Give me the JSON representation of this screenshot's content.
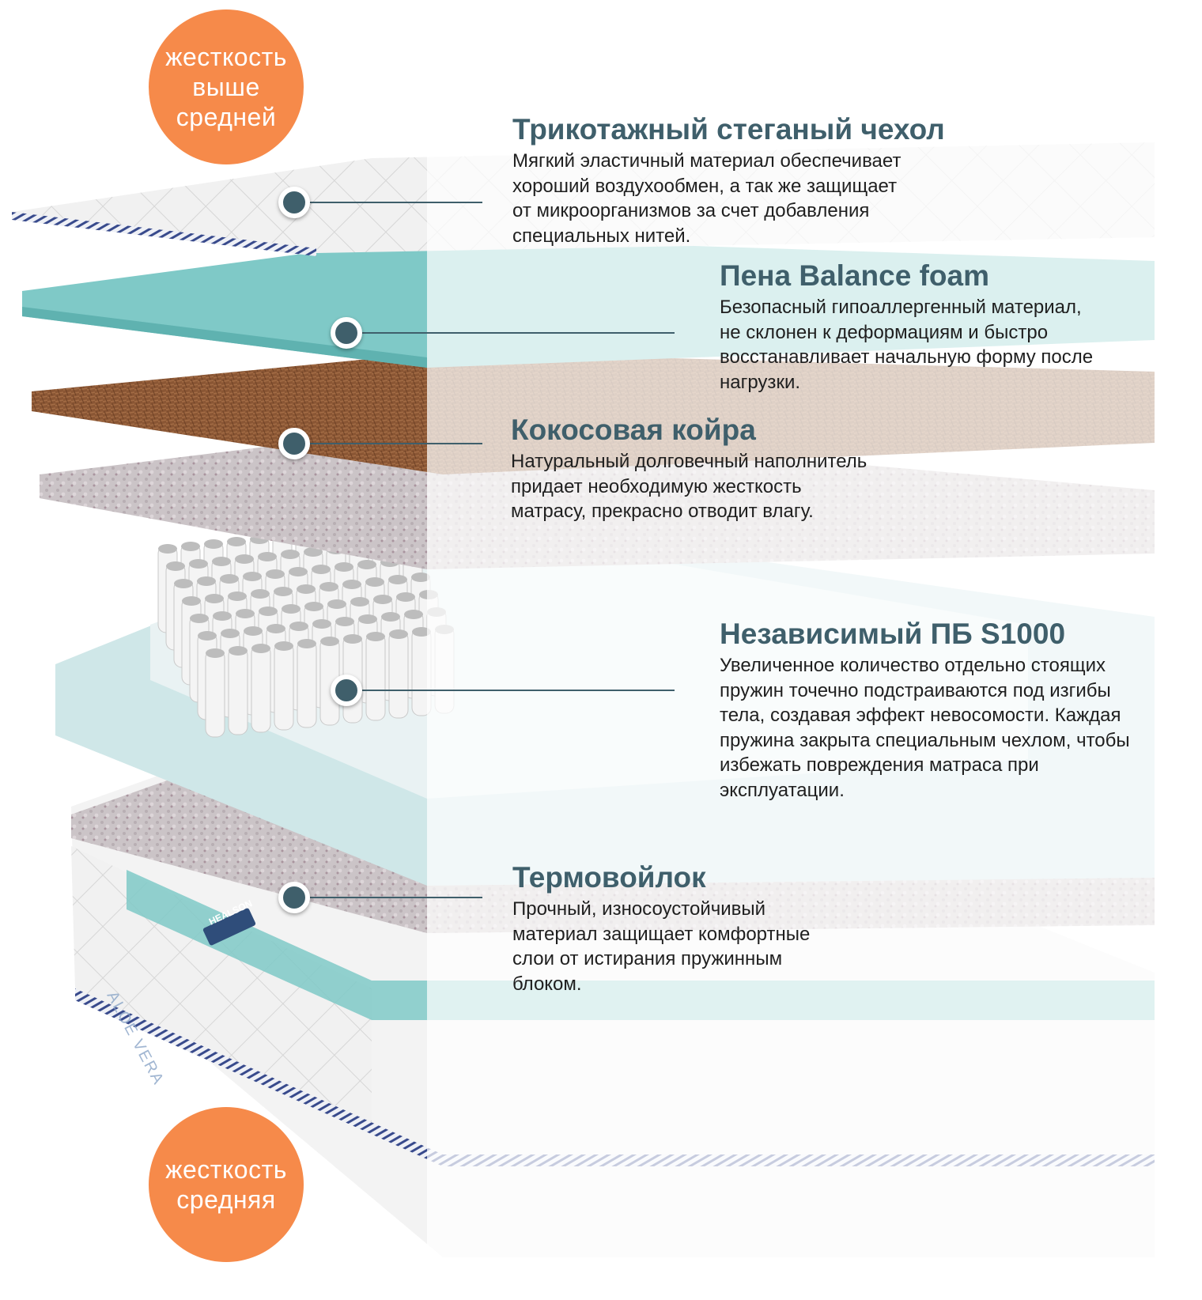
{
  "colors": {
    "badge": "#F68A4A",
    "title": "#3F5F6B",
    "marker": "#3F5F6B",
    "foam": "#7FC9C7",
    "coir": "#8A5634",
    "felt": "#CDC5C8"
  },
  "badges": {
    "top": {
      "lines": [
        "жесткость",
        "выше",
        "средней"
      ]
    },
    "bottom": {
      "lines": [
        "жесткость",
        "средняя"
      ]
    }
  },
  "layers": [
    {
      "title": "Трикотажный стеганый чехол",
      "lines": [
        "Мягкий эластичный материал обеспечивает",
        "хороший воздухообмен, а так же защищает",
        "от микроорганизмов за счет добавления",
        "специальных нитей."
      ]
    },
    {
      "title": "Пена Balance foam",
      "lines": [
        "Безопасный гипоаллергенный материал,",
        "не склонен к деформациям и быстро",
        "восстанавливает начальную форму после",
        "нагрузки."
      ]
    },
    {
      "title": "Кокосовая койра",
      "lines": [
        "Натуральный долговечный наполнитель",
        "придает необходимую жесткость",
        "матрасу, прекрасно отводит влагу."
      ]
    },
    {
      "title": "Независимый ПБ S1000",
      "lines": [
        "Увеличенное количество отдельно стоящих",
        "пружин точечно подстраиваются под изгибы",
        "тела, создавая эффект невосомости. Каждая",
        "пружина закрыта специальным чехлом, чтобы",
        "избежать повреждения матраса при",
        "эксплуатации."
      ]
    },
    {
      "title": "Термовойлок",
      "lines": [
        "Прочный, износоустойчивый",
        "материал защищает комфортные",
        "слои от истирания пружинным",
        "блоком."
      ]
    }
  ],
  "brand": {
    "logo_text": "HEALSON",
    "cover_print": "ALOE VERA"
  }
}
